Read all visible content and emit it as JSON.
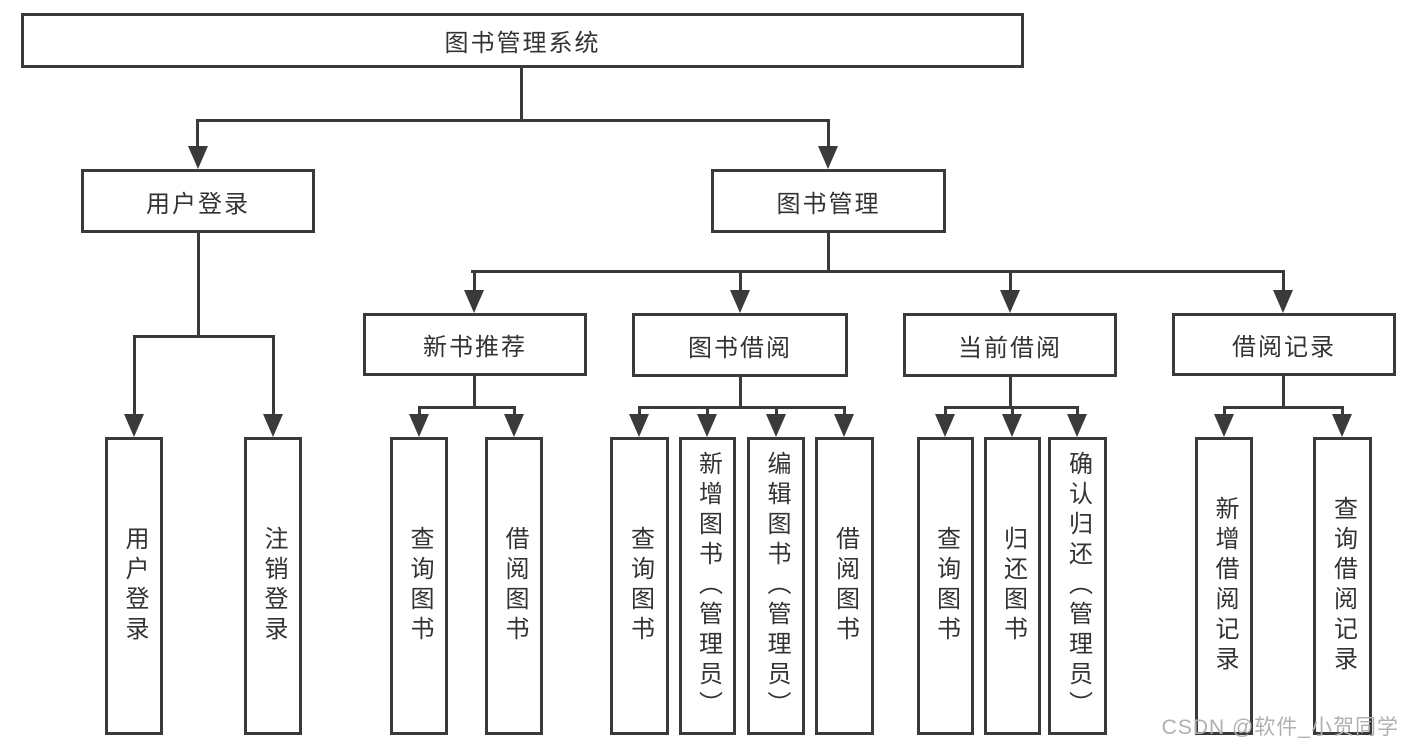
{
  "tree": {
    "root": "图书管理系统",
    "children": [
      {
        "label": "用户登录",
        "children": [
          "用户登录",
          "注销登录"
        ]
      },
      {
        "label": "图书管理",
        "children": [
          {
            "label": "新书推荐",
            "children": [
              "查询图书",
              "借阅图书"
            ]
          },
          {
            "label": "图书借阅",
            "children": [
              "查询图书",
              "新增图书（管理员）",
              "编辑图书（管理员）",
              "借阅图书"
            ]
          },
          {
            "label": "当前借阅",
            "children": [
              "查询图书",
              "归还图书",
              "确认归还（管理员）"
            ]
          },
          {
            "label": "借阅记录",
            "children": [
              "新增借阅记录",
              "查询借阅记录"
            ]
          }
        ]
      }
    ]
  },
  "watermark": {
    "text": "CSDN @软件_小贺同学"
  },
  "colors": {
    "line": "#3a3a3a",
    "text": "#333333",
    "background": "#ffffff",
    "watermark": "#b0b0b0"
  }
}
